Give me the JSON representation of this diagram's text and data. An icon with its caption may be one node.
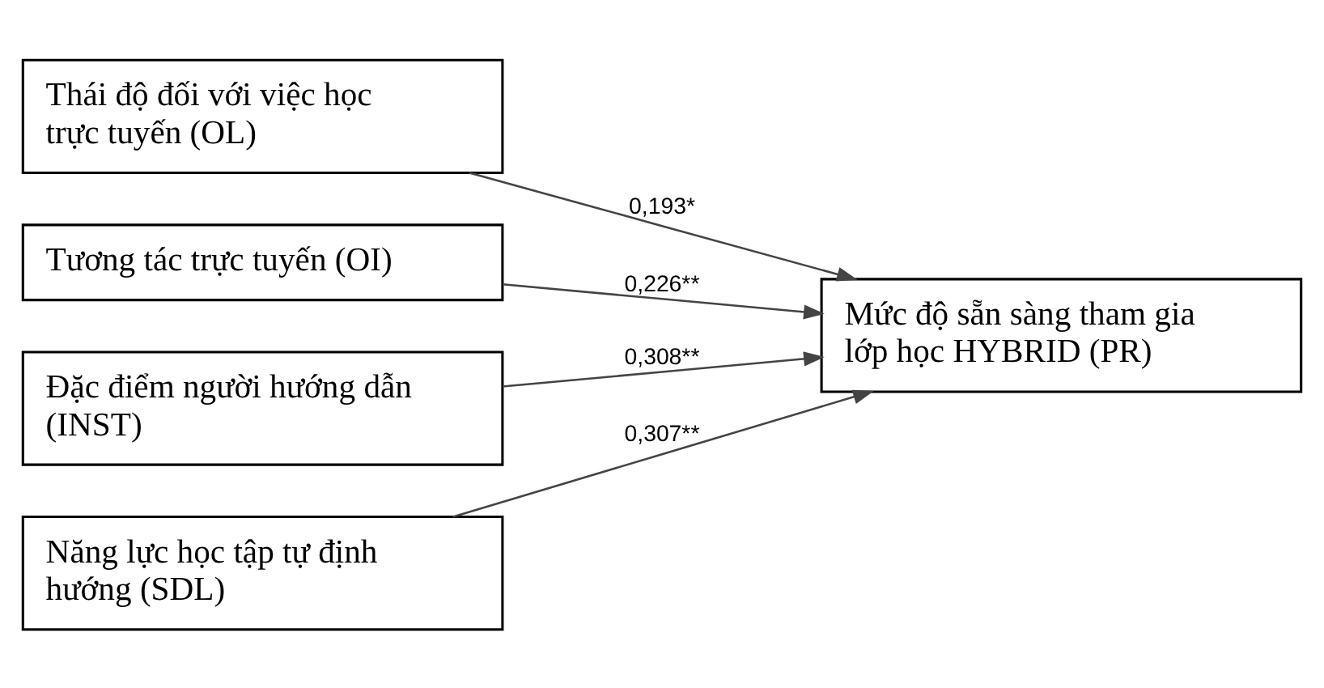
{
  "diagram": {
    "nodes": [
      {
        "text": [
          "Thái độ đối với việc học trực tuyến (OL)"
        ]
      },
      {
        "text": [
          "Tương tác trực tuyến (OI)"
        ]
      },
      {
        "text": [
          "Đặc điểm người hướng dẫn (INST)"
        ]
      },
      {
        "text": [
          "Năng lực học tập tự định hướng (SDL)"
        ]
      },
      {
        "text": [
          "Mức độ sẵn sàng tham gia lớp học HYBRID (PR)"
        ]
      }
    ],
    "edges": [
      {
        "from": 0,
        "to": 4,
        "arrow": "to",
        "label": "0,193*"
      },
      {
        "from": 1,
        "to": 4,
        "arrow": "to",
        "label": "0,226**"
      },
      {
        "from": 2,
        "to": 4,
        "arrow": "to",
        "label": "0,308**"
      },
      {
        "from": 3,
        "to": 4,
        "arrow": "to",
        "label": "0,307**"
      }
    ]
  }
}
